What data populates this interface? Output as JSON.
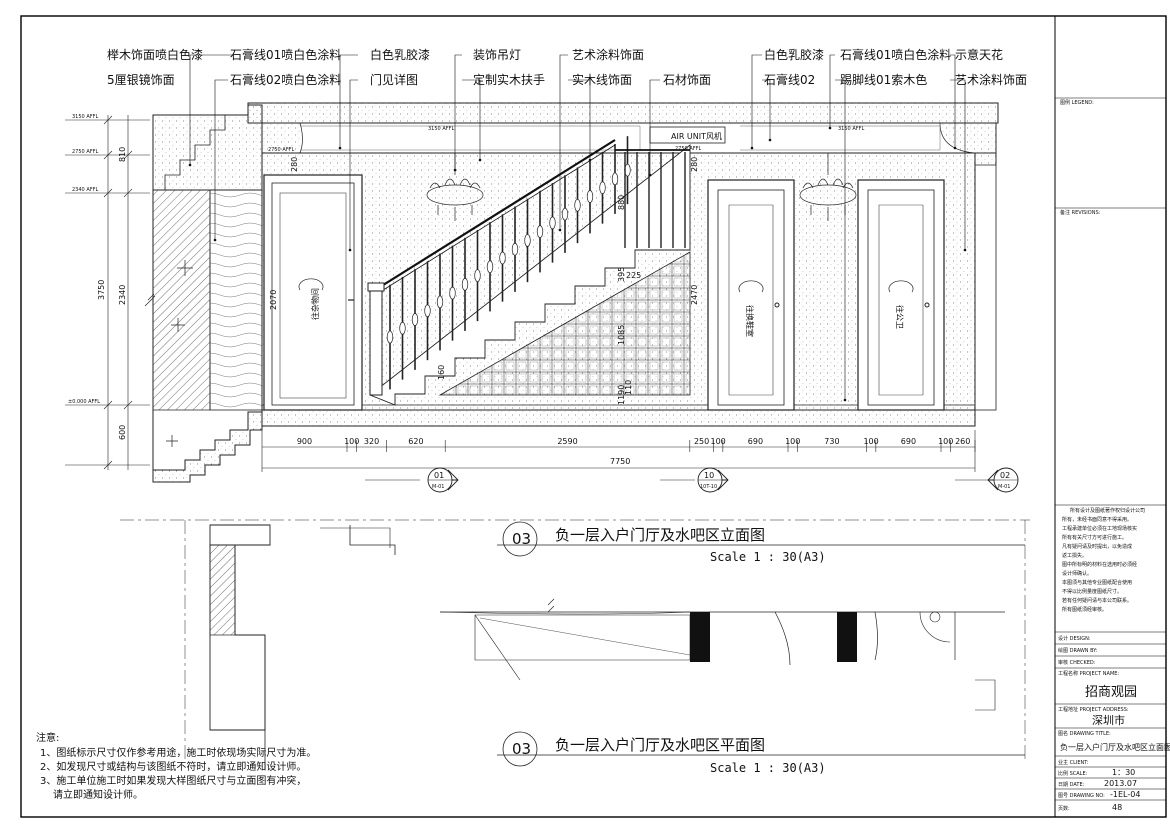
{
  "callouts_top_left": [
    "榉木饰面喷白色漆",
    "石膏线01喷白色涂料",
    "白色乳胶漆",
    "装饰吊灯",
    "艺术涂料饰面"
  ],
  "callouts_second_left": [
    "5厘银镜饰面",
    "石膏线02喷白色涂料",
    "门见详图",
    "定制实木扶手",
    "实木线饰面",
    "石材饰面"
  ],
  "callouts_top_right": [
    "白色乳胶漆",
    "石膏线01喷白色涂料",
    "示意天花"
  ],
  "callouts_second_right": [
    "石膏线02",
    "踢脚线01索木色",
    "艺术涂料饰面"
  ],
  "levels": [
    "3150 AFFL",
    "2750 AFFL",
    "2340 AFFL",
    "±0.000 AFFL"
  ],
  "left_dims": [
    "810",
    "3750",
    "2340",
    "600"
  ],
  "inner_dims": [
    "3150 AFFL",
    "3150 AFFL",
    "2750 AFFL",
    "AIR UNIT风机",
    "280",
    "2070",
    "280",
    "880",
    "225",
    "395",
    "1085",
    "2470",
    "160",
    "1190",
    "110"
  ],
  "door_labels": [
    "往杂物间",
    "往换鞋室",
    "往公卫"
  ],
  "bottom_dims": [
    "900",
    "100",
    "320",
    "620",
    "2590",
    "250",
    "100",
    "690",
    "100",
    "730",
    "100",
    "690",
    "100",
    "260"
  ],
  "total_dim": "7750",
  "markers": [
    {
      "num": "01",
      "sub": "M-01"
    },
    {
      "num": "10",
      "sub": "10T-10"
    },
    {
      "num": "02",
      "sub": "M-01"
    }
  ],
  "elev_title": {
    "num": "03",
    "text": "负一层入户门厅及水吧区立面图",
    "scale": "Scale 1 : 30(A3)"
  },
  "plan_title": {
    "num": "03",
    "text": "负一层入户门厅及水吧区平面图",
    "scale": "Scale 1 : 30(A3)"
  },
  "notes": {
    "heading": "注意:",
    "lines": [
      "1、图纸标示尺寸仅作参考用途，施工时依现场实际尺寸为准。",
      "2、如发现尺寸或结构与该图纸不符时，请立即通知设计师。",
      "3、施工单位施工时如果发现大样图纸尺寸与立面图有冲突，",
      "请立即通知设计师。"
    ]
  },
  "title_block": {
    "legend": "图例 LEGEND:",
    "revisions": "备注 REVISIONS:",
    "spec_lines": [
      "所有设计及图纸著作权归设计公司",
      "所有，未经书面同意不得采用。",
      "工程承建单位必须在工地现场核实",
      "所有有关尺寸方可进行施工。",
      "凡有疑问请及时提出，以免造成",
      "返工损失。",
      "图中所标明的材料在选用时必须经",
      "设计师确认。",
      "本图须与其他专业图纸配合使用",
      "不得以比例量度图纸尺寸。",
      "若有任何疑问请与本公司联系。",
      "所有图纸须经审核。"
    ],
    "design": "设计 DESIGN:",
    "drawn": "绘图 DRAWN BY:",
    "check": "审核 CHECKED:",
    "project_label": "工程名称 PROJECT NAME:",
    "project": "招商观园",
    "address_label": "工程地址 PROJECT ADDRESS:",
    "address": "深圳市",
    "title_label": "图名 DRAWING TITLE:",
    "title": "负一层入户门厅及水吧区立面图",
    "client_label": "业主 CLIENT:",
    "scale_label": "比例 SCALE:",
    "scale": "1：30",
    "date_label": "日期 DATE:",
    "date": "2013.07",
    "no_label": "图号 DRAWING NO:",
    "no": "-1EL-04",
    "page_label": "页数:",
    "page": "48"
  }
}
